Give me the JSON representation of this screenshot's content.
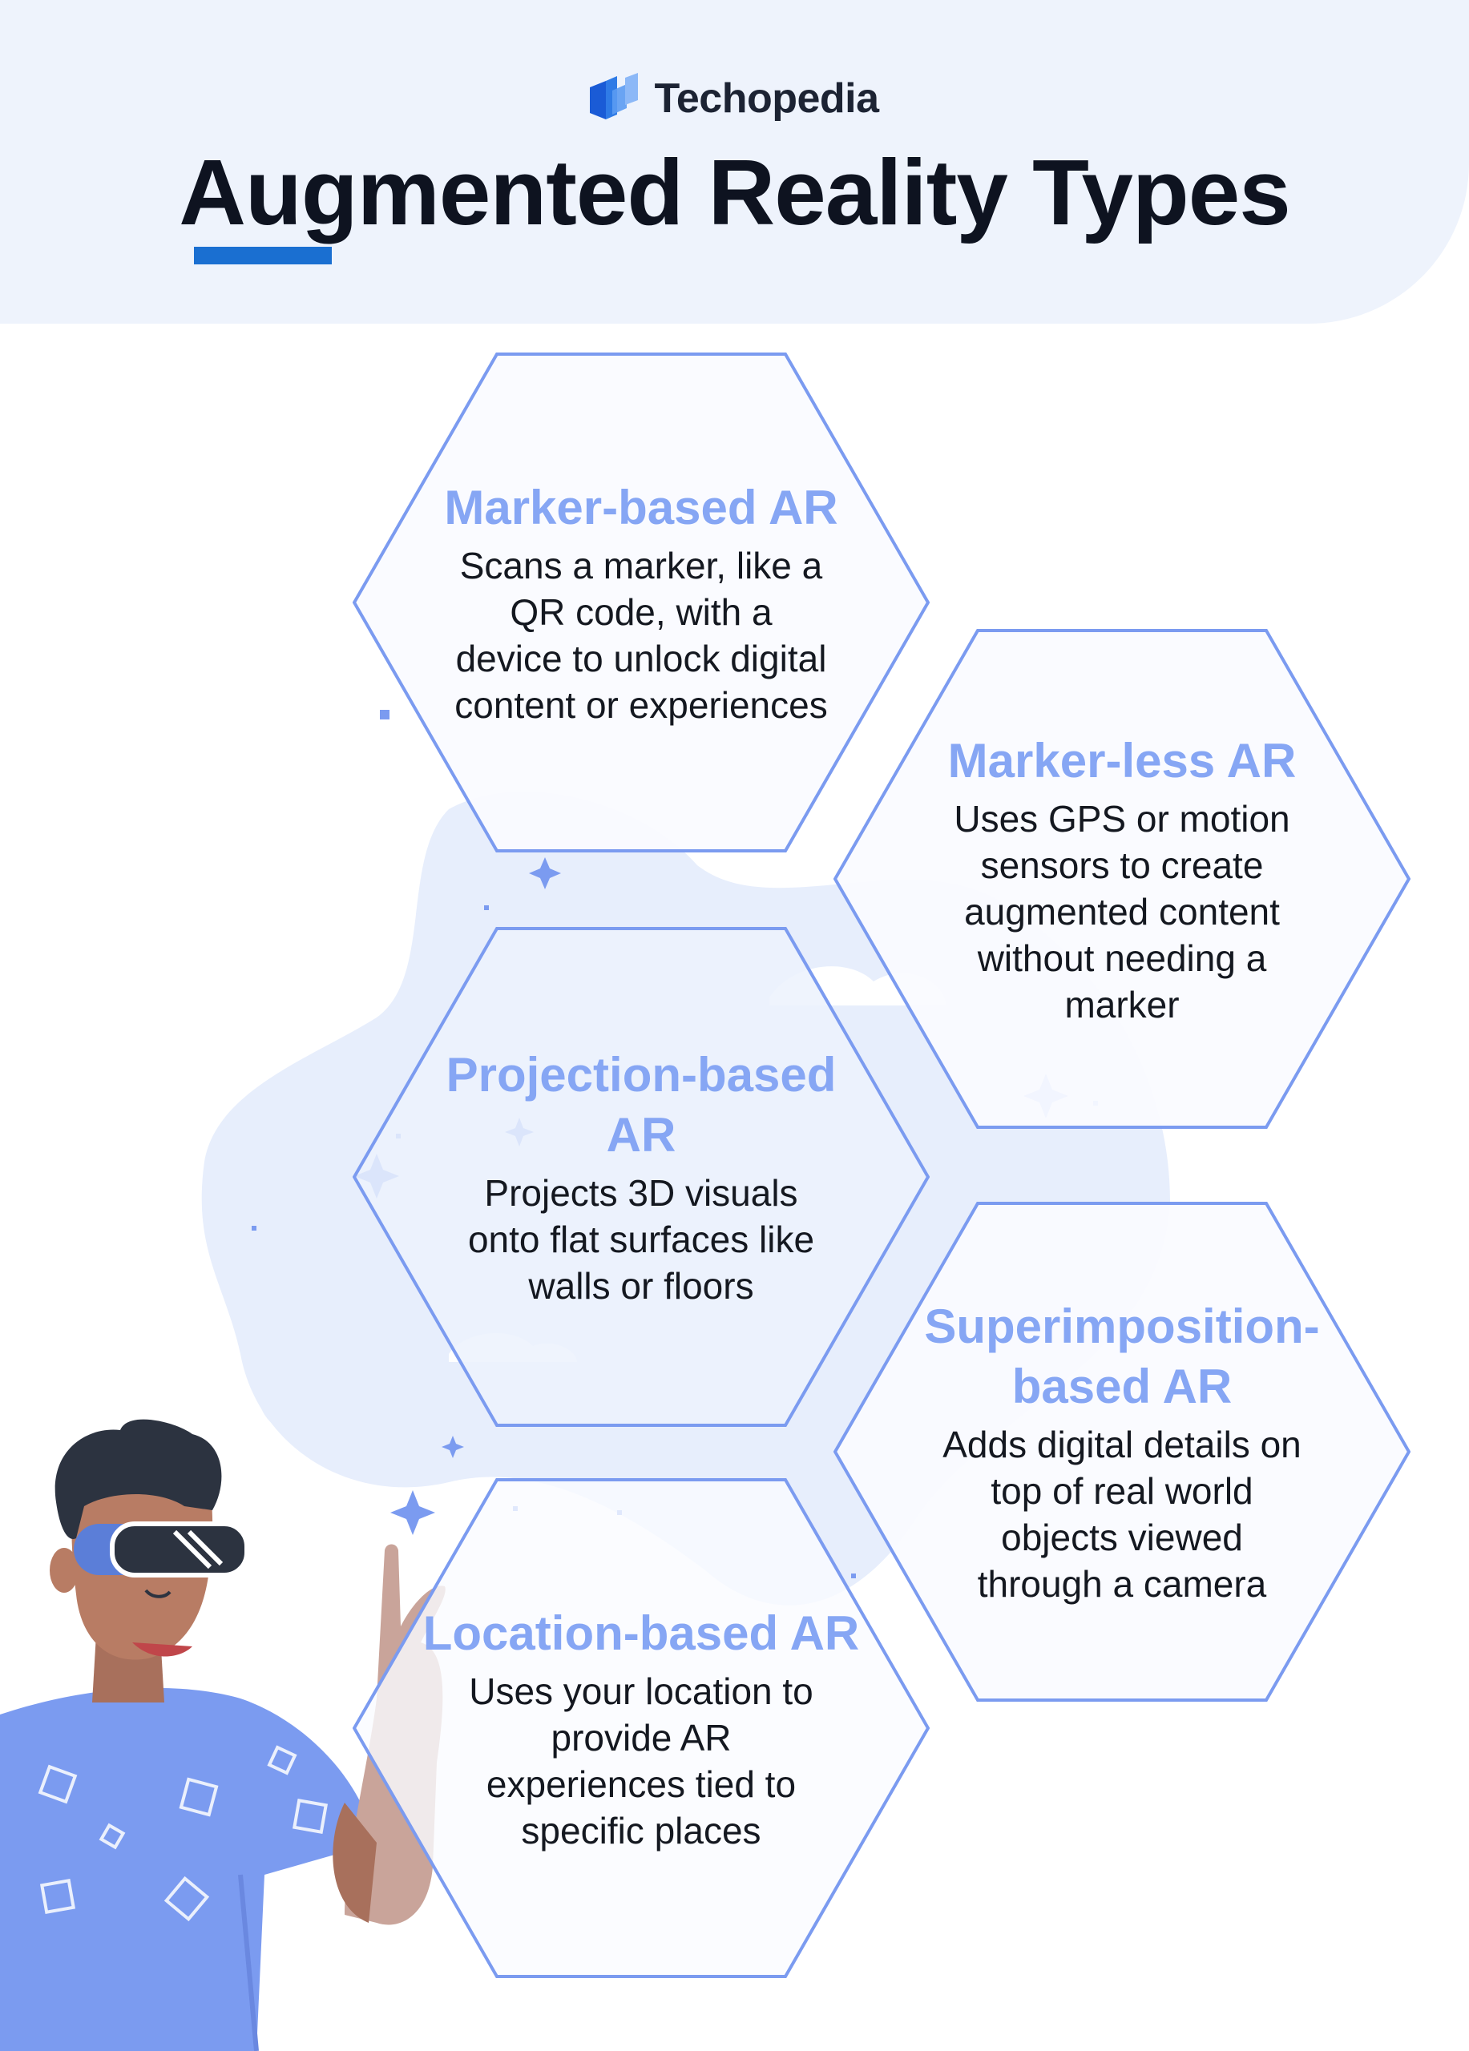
{
  "brand": {
    "name": "Techopedia",
    "icon": "techopedia-logo-icon"
  },
  "page_title": "Augmented Reality Types",
  "colors": {
    "accent_blue": "#1a6fd1",
    "hex_title": "#86a6f4",
    "hex_border": "#7b9bf0",
    "header_bg": "#eef3fc"
  },
  "ar_types": [
    {
      "title": "Marker-based AR",
      "description": "Scans a marker, like a QR code, with a device to unlock digital content or experiences"
    },
    {
      "title": "Marker-less AR",
      "description": "Uses GPS or motion sensors to create augmented content without needing a marker"
    },
    {
      "title": "Projection-based AR",
      "description": "Projects 3D visuals onto flat surfaces like walls or floors"
    },
    {
      "title": "Superimposition-based AR",
      "description": "Adds digital details on top of real world objects viewed through a camera"
    },
    {
      "title": "Location-based AR",
      "description": "Uses your location to provide AR experiences tied to specific places"
    }
  ],
  "illustration": "person-with-vr-headset"
}
